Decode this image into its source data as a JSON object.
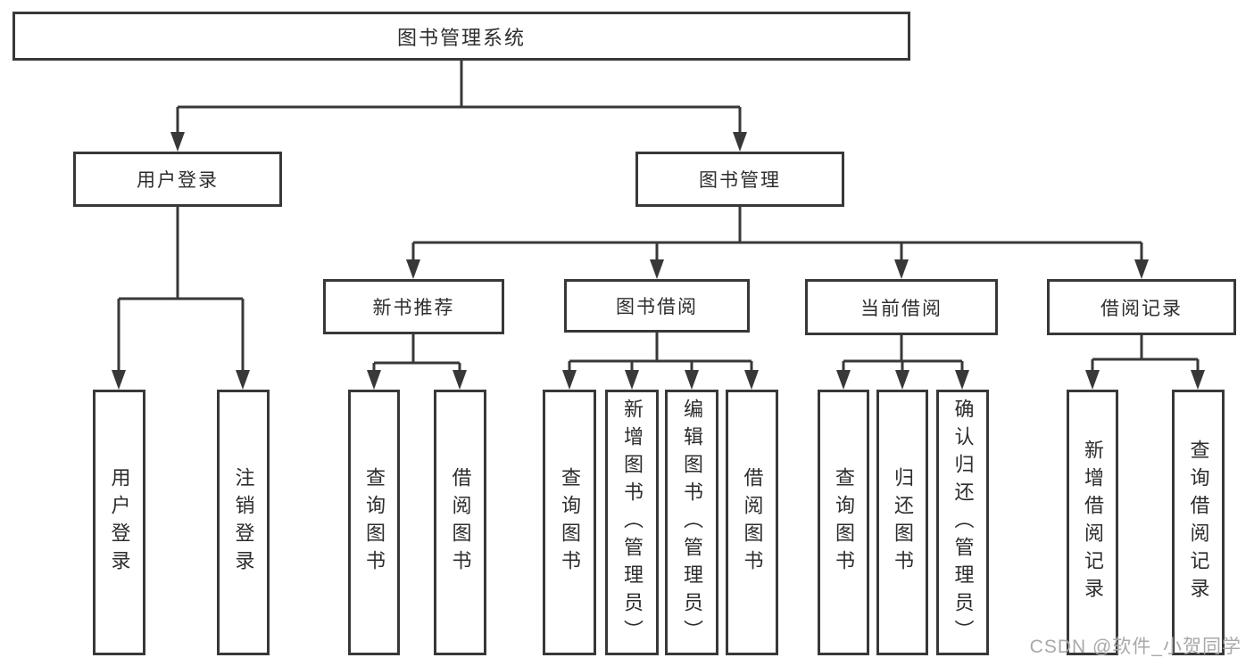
{
  "tree": {
    "root": {
      "label": "图书管理系统",
      "children": [
        {
          "label": "用户登录",
          "children": [
            {
              "label": "用户登录"
            },
            {
              "label": "注销登录"
            }
          ]
        },
        {
          "label": "图书管理",
          "children": [
            {
              "label": "新书推荐",
              "children": [
                {
                  "label": "查询图书"
                },
                {
                  "label": "借阅图书"
                }
              ]
            },
            {
              "label": "图书借阅",
              "children": [
                {
                  "label": "查询图书"
                },
                {
                  "label": "新增图书（管理员）"
                },
                {
                  "label": "编辑图书（管理员）"
                },
                {
                  "label": "借阅图书"
                }
              ]
            },
            {
              "label": "当前借阅",
              "children": [
                {
                  "label": "查询图书"
                },
                {
                  "label": "归还图书"
                },
                {
                  "label": "确认归还（管理员）"
                }
              ]
            },
            {
              "label": "借阅记录",
              "children": [
                {
                  "label": "新增借阅记录"
                },
                {
                  "label": "查询借阅记录"
                }
              ]
            }
          ]
        }
      ]
    }
  },
  "watermark": {
    "text": "CSDN @软件_小贺同学"
  },
  "colors": {
    "line": "#383838",
    "box_border": "#383838",
    "text": "#2d2d2d",
    "watermark": "#a9a9a9",
    "background": "#ffffff"
  }
}
